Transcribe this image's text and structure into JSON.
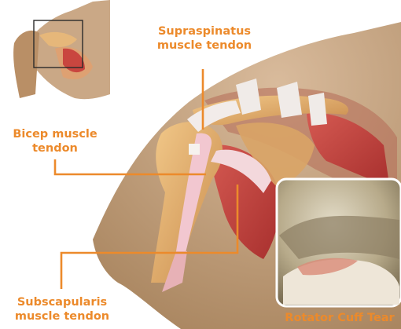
{
  "labels": {
    "supraspinatus": [
      "Supraspinatus",
      "muscle tendon"
    ],
    "bicep": [
      "Bicep muscle",
      "tendon"
    ],
    "subscapularis": [
      "Subscapularis",
      "muscle tendon"
    ],
    "tear": "Rotator Cuff Tear"
  },
  "colors": {
    "label": "#ec8a2b",
    "leader_line": "#ec8a2b",
    "skin": "#c7a584",
    "bone": "#dfab6e",
    "muscle": "#c24a45",
    "tendon": "#f2ecea"
  },
  "icons": [
    "shoulder-anatomy-thumbnail",
    "locator-box",
    "arthroscopy-inset"
  ]
}
